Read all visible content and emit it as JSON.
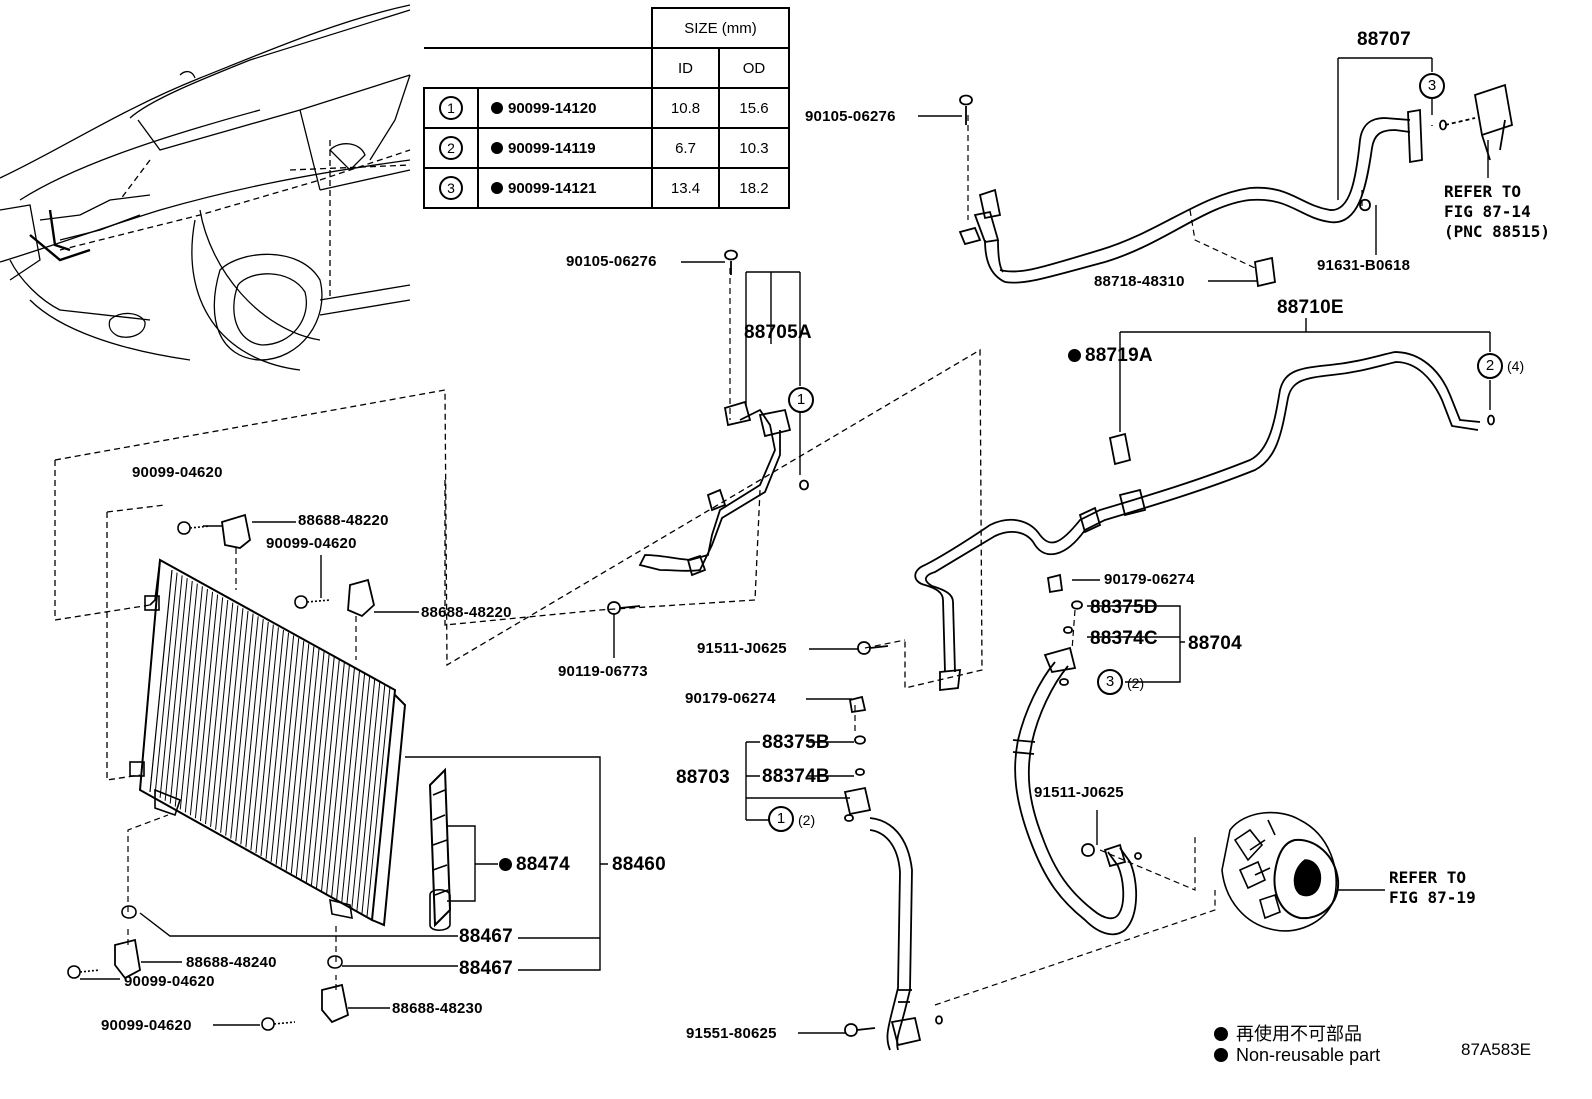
{
  "size_table": {
    "header_size": "SIZE (mm)",
    "header_id": "ID",
    "header_od": "OD",
    "rows": [
      {
        "mark": "1",
        "part": "90099-14120",
        "id": "10.8",
        "od": "15.6"
      },
      {
        "mark": "2",
        "part": "90099-14119",
        "id": "6.7",
        "od": "10.3"
      },
      {
        "mark": "3",
        "part": "90099-14121",
        "id": "13.4",
        "od": "18.2"
      }
    ]
  },
  "parts": {
    "p88707": "88707",
    "p90105_a": "90105-06276",
    "p90105_b": "90105-06276",
    "p88718": "88718-48310",
    "p91631": "91631-B0618",
    "p88710E": "88710E",
    "p88719A": "88719A",
    "p88705A": "88705A",
    "p90099_a": "90099-04620",
    "p88688_48220_a": "88688-48220",
    "p90099_b": "90099-04620",
    "p88688_48220_b": "88688-48220",
    "p90119": "90119-06773",
    "p91511_a": "91511-J0625",
    "p90179_a": "90179-06274",
    "p88375D": "88375D",
    "p88374C": "88374C",
    "p88704": "88704",
    "p90179_b": "90179-06274",
    "p88375B": "88375B",
    "p88703": "88703",
    "p88374B": "88374B",
    "p91511_b": "91511-J0625",
    "p88474": "88474",
    "p88460": "88460",
    "p88467_a": "88467",
    "p88467_b": "88467",
    "p88688_48240": "88688-48240",
    "p90099_c": "90099-04620",
    "p90099_d": "90099-04620",
    "p88688_48230": "88688-48230",
    "p91551": "91551-80625"
  },
  "refers": {
    "r1": "REFER TO\nFIG 87-14\n(PNC 88515)",
    "r2": "REFER TO\nFIG 87-19"
  },
  "qty": {
    "q4": "(4)",
    "q2a": "(2)",
    "q2b": "(2)"
  },
  "legend": {
    "jp": "再使用不可部品",
    "en": "Non-reusable part"
  },
  "figure_code": "87A583E"
}
